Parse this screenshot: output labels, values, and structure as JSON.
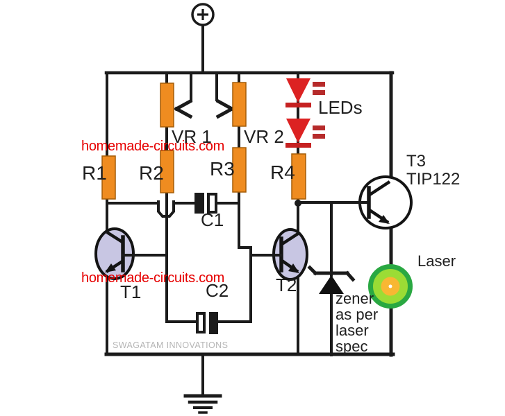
{
  "title": "Laser driver circuit schematic",
  "labels": {
    "r1": "R1",
    "r2": "R2",
    "r3": "R3",
    "r4": "R4",
    "vr1": "VR 1",
    "vr2": "VR 2",
    "leds": "LEDs",
    "c1": "C1",
    "c2": "C2",
    "t1": "T1",
    "t2": "T2",
    "t3": "T3",
    "t3_part": "TIP122",
    "laser": "Laser",
    "zener_note": "zener\nas per\nlaser\nspec",
    "watermark_top": "homemade-circuits.com",
    "watermark_bottom": "homemade-circuits.com",
    "credit": "SWAGATAM INNOVATIONS"
  },
  "icons": {
    "supply_positive_icon": "+",
    "ground_icon": "earth-ground",
    "led_icon": "led-diode",
    "zener_icon": "zener-diode",
    "laser_icon": "laser-diode-lens",
    "potentiometer_wiper_icon": "arrow"
  },
  "colors": {
    "wire": "#1b1b1b",
    "resistor_fill": "#ef8c20",
    "resistor_border": "#a45d08",
    "led_red": "#dc2222",
    "led_bar_red": "#c62121",
    "led_ray_red": "#b62b2b",
    "transistor_fill": "#c8c6e3",
    "transistor_t3_fill": "#ffffff",
    "laser_outer": "#2aa842",
    "laser_mid": "#9bdc35",
    "laser_core": "#f8b733",
    "laser_dot": "#ffffff",
    "watermark_red": "#e60000",
    "credit_gray": "#b5b5b5",
    "text": "#1f1f1f"
  }
}
